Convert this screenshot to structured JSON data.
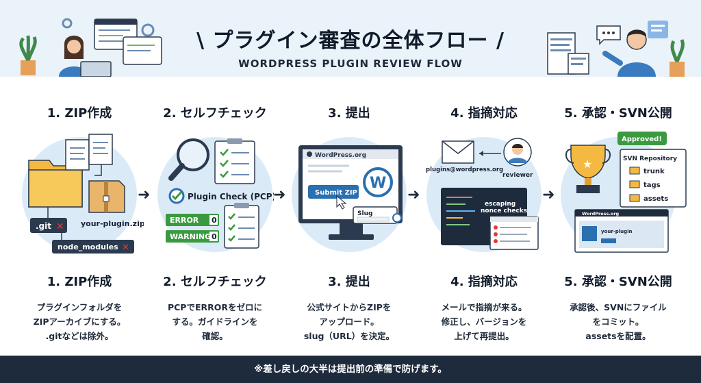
{
  "header": {
    "title": "\\ プラグイン審査の全体フロー /",
    "subtitle": "WORDPRESS PLUGIN REVIEW FLOW"
  },
  "steps": [
    {
      "title": "1. ZIP作成",
      "desc_lines": [
        "プラグインフォルダを",
        "ZIPアーカイブにする。",
        ".gitなどは除外。"
      ]
    },
    {
      "title": "2. セルフチェック",
      "desc_lines": [
        "PCPでERRORをゼロに",
        "する。ガイドラインを",
        "確認。"
      ]
    },
    {
      "title": "3. 提出",
      "desc_lines": [
        "公式サイトからZIPを",
        "アップロード。",
        "slug（URL）を決定。"
      ]
    },
    {
      "title": "4. 指摘対応",
      "desc_lines": [
        "メールで指摘が来る。",
        "修正し、バージョンを",
        "上げて再提出。"
      ]
    },
    {
      "title": "5. 承認・SVN公開",
      "desc_lines": [
        "承認後、SVNにファイル",
        "をコミット。",
        "assetsを配置。"
      ]
    }
  ],
  "illus": {
    "zip": {
      "git": ".git",
      "node_modules": "node_modules",
      "zip_name": "your-plugin.zip"
    },
    "pcp": {
      "label": "Plugin Check (PCP)",
      "error": "ERROR",
      "error_count": "0",
      "warning": "WARNING",
      "warning_count": "0"
    },
    "submit": {
      "brand": "WordPress.org",
      "button": "Submit ZIP",
      "slug": "Slug"
    },
    "review": {
      "email": "plugins@wordpress.org",
      "reviewer": "reviewer",
      "code1": "escaping",
      "code2": "nonce checks"
    },
    "svn": {
      "approved": "Approved!",
      "repo": "SVN Repository",
      "dirs": [
        "trunk",
        "tags",
        "assets"
      ],
      "brand": "WordPress.org",
      "plugin": "your-plugin"
    }
  },
  "footer": {
    "note": "※差し戻しの大半は提出前の準備で防げます。"
  },
  "colors": {
    "accent": "#2a6fb0",
    "green": "#3a9a3f",
    "orange": "#f0a020",
    "dark": "#1e2b3c"
  }
}
